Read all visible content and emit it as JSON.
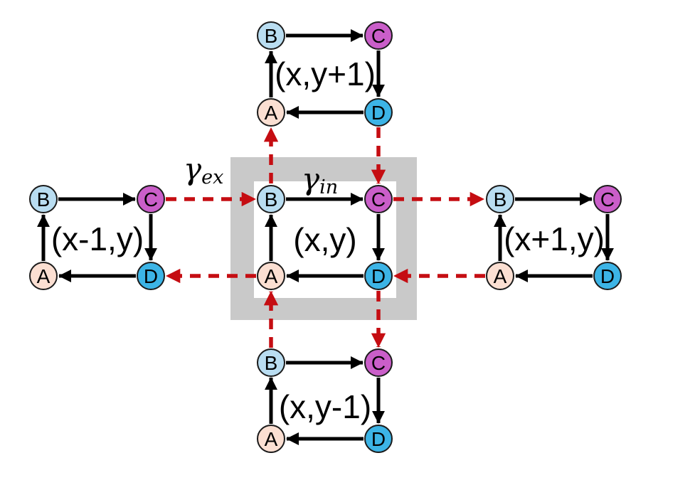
{
  "colors": {
    "background": "#ffffff",
    "frame_gray": "#c9c9c9",
    "frame_inner_white": "#ffffff",
    "coupling_red": "#c50d12",
    "arrow_black": "#000000",
    "node_a_fill": "#fbdfd2",
    "node_b_fill": "#b9ddf1",
    "node_c_fill": "#ca5ec9",
    "node_d_fill": "#3cb4e6"
  },
  "node_labels": {
    "a": "A",
    "b": "B",
    "c": "C",
    "d": "D"
  },
  "cells": {
    "center": {
      "label": "(x,y)"
    },
    "top": {
      "label": "(x,y+1)"
    },
    "bottom": {
      "label": "(x,y-1)"
    },
    "left": {
      "label": "(x-1,y)"
    },
    "right": {
      "label": "(x+1,y)"
    }
  },
  "rates": {
    "internal": {
      "symbol": "γ",
      "subscript": "in"
    },
    "external": {
      "symbol": "γ",
      "subscript": "ex"
    }
  }
}
